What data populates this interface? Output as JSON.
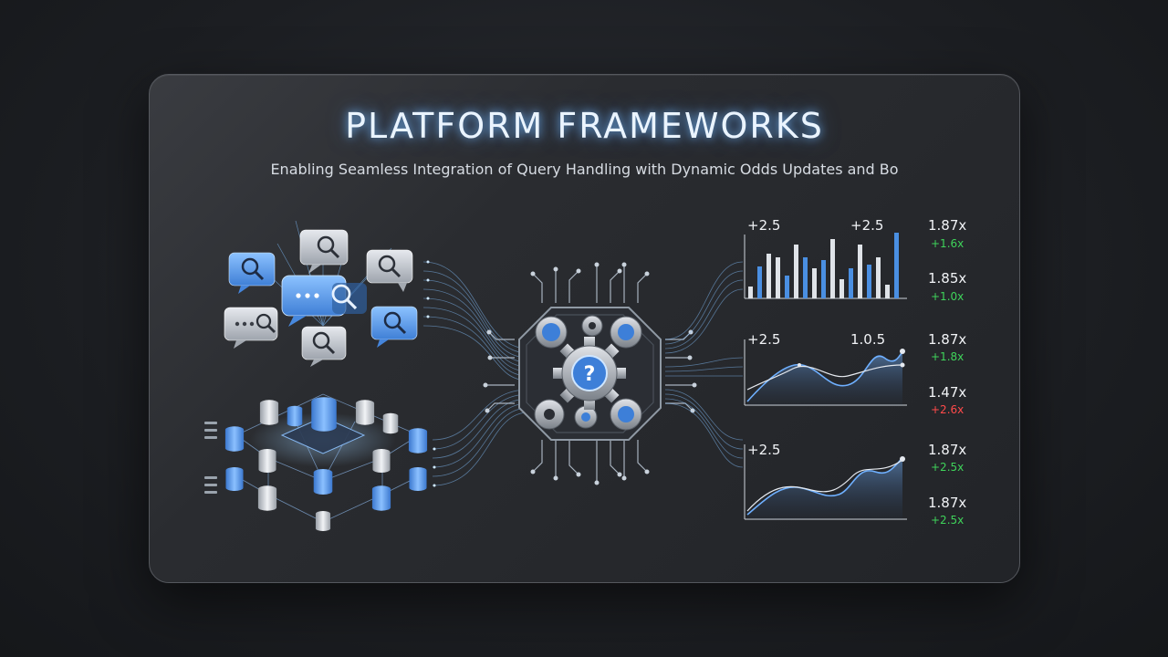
{
  "header": {
    "title": "PLATFORM FRAMEWORKS",
    "subtitle": "Enabling Seamless Integration of Query Handling with Dynamic Odds Updates and Bo"
  },
  "colors": {
    "accent": "#4a90e2",
    "glow": "#7fc4ff",
    "positive": "#3fd35a",
    "negative": "#ff4a4a"
  },
  "icons": [
    "chat-search-icon",
    "database-icon",
    "gear-question-icon"
  ],
  "panels": [
    {
      "labels": [
        "+2.5",
        "+2.5"
      ],
      "odds": [
        {
          "multiplier": "1.87x",
          "change": "+1.6x",
          "trend": "up"
        },
        {
          "multiplier": "1.85x",
          "change": "+1.0x",
          "trend": "up"
        }
      ]
    },
    {
      "labels": [
        "+2.5",
        "1.0.5"
      ],
      "odds": [
        {
          "multiplier": "1.87x",
          "change": "+1.8x",
          "trend": "up"
        },
        {
          "multiplier": "1.47x",
          "change": "+2.6x",
          "trend": "down"
        }
      ]
    },
    {
      "labels": [
        "+2.5"
      ],
      "odds": [
        {
          "multiplier": "1.87x",
          "change": "+2.5x",
          "trend": "up"
        },
        {
          "multiplier": "1.87x",
          "change": "+2.5x",
          "trend": "up"
        }
      ]
    }
  ]
}
